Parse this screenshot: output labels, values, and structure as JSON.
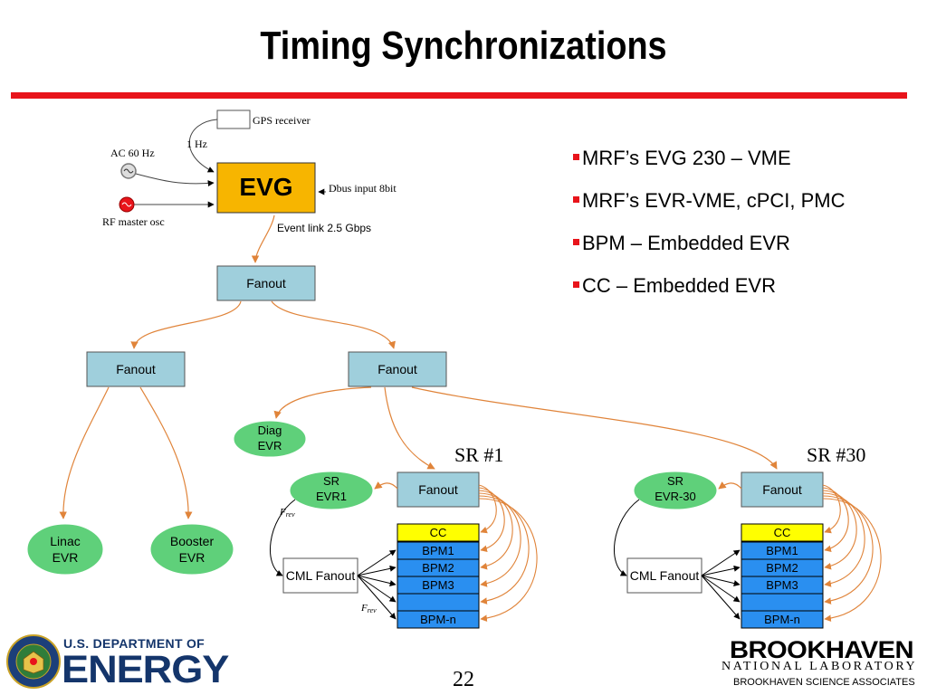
{
  "slide": {
    "title": "Timing Synchronizations",
    "page_number": "22"
  },
  "bullets": [
    "MRF’s EVG 230 – VME",
    "MRF’s EVR-VME, cPCI, PMC",
    "BPM – Embedded EVR",
    "CC – Embedded EVR"
  ],
  "diagram": {
    "gps_receiver": "GPS receiver",
    "one_hz": "1 Hz",
    "ac_60hz": "AC 60 Hz",
    "rf_master_osc": "RF master osc",
    "evg": "EVG",
    "dbus_input": "Dbus input 8bit",
    "event_link": "Event link 2.5 Gbps",
    "fanout": "Fanout",
    "diag_evr": [
      "Diag",
      "EVR"
    ],
    "linac_evr": [
      "Linac",
      "EVR"
    ],
    "booster_evr": [
      "Booster",
      "EVR"
    ],
    "sr1_label": "SR #1",
    "sr30_label": "SR #30",
    "sr_evr1": [
      "SR",
      "EVR1"
    ],
    "sr_evr30": [
      "SR",
      "EVR-30"
    ],
    "cml_fanout": "CML Fanout",
    "frev": "F",
    "frev_sub": "rev",
    "stack": [
      "CC",
      "BPM1",
      "BPM2",
      "BPM3",
      "",
      "BPM-n"
    ]
  },
  "footer": {
    "doe_line1": "U.S. DEPARTMENT OF",
    "doe_line2": "ENERGY",
    "bnl_line1": "BROOKHAVEN",
    "bnl_line2": "NATIONAL LABORATORY",
    "bnl_line3": "BROOKHAVEN SCIENCE ASSOCIATES"
  },
  "colors": {
    "accent_red": "#e8141b",
    "evg_orange": "#f7b500",
    "fanout_blue": "#9fcfdc",
    "evr_green": "#5fd07a",
    "bpm_blue": "#2a8ff0",
    "cc_yellow": "#ffff00",
    "link_orange": "#e0843a",
    "doe_blue": "#14356b"
  }
}
